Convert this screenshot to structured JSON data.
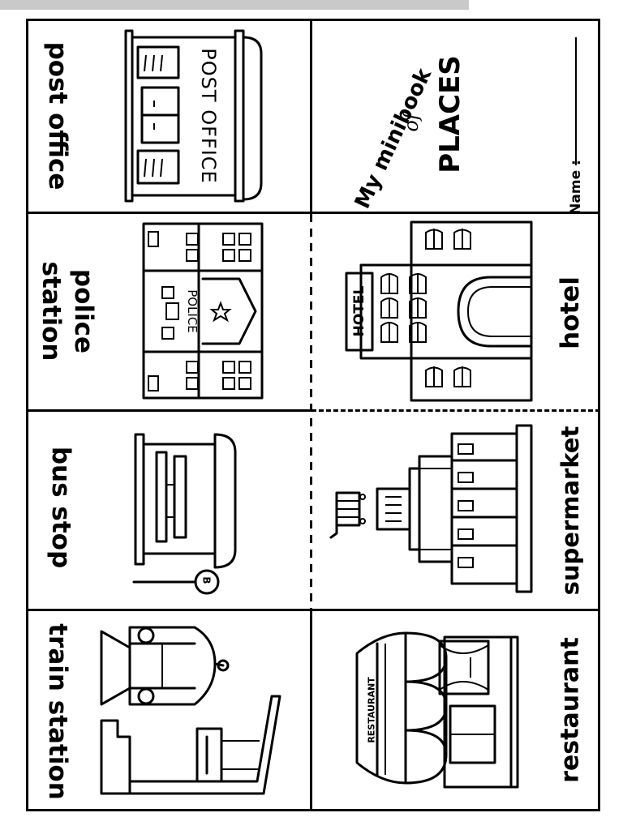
{
  "colors": {
    "ink": "#000000",
    "paper": "#ffffff",
    "top_bar": "#c9c9c9"
  },
  "cover": {
    "line1": "My minibook",
    "line2": "of",
    "line3": "PLACES",
    "name_label": "Name :"
  },
  "left_column": {
    "post_office": {
      "label": "post office",
      "sign": "POST OFFICE"
    },
    "police_station": {
      "label_line1": "police",
      "label_line2": "station",
      "sign": "POLICE"
    },
    "bus_stop": {
      "label": "bus stop",
      "sign": "B"
    },
    "train_station": {
      "label": "train station"
    }
  },
  "right_column": {
    "hotel": {
      "label": "hotel",
      "sign": "HOTEL"
    },
    "supermarket": {
      "label": "supermarket"
    },
    "restaurant": {
      "label": "restaurant",
      "sign": "RESTAURANT"
    }
  },
  "icons": [
    "post-office-building-icon",
    "police-station-building-icon",
    "bus-stop-shelter-icon",
    "train-station-icon",
    "hotel-building-icon",
    "supermarket-building-icon",
    "shopping-cart-icon",
    "restaurant-building-icon",
    "star-icon"
  ]
}
